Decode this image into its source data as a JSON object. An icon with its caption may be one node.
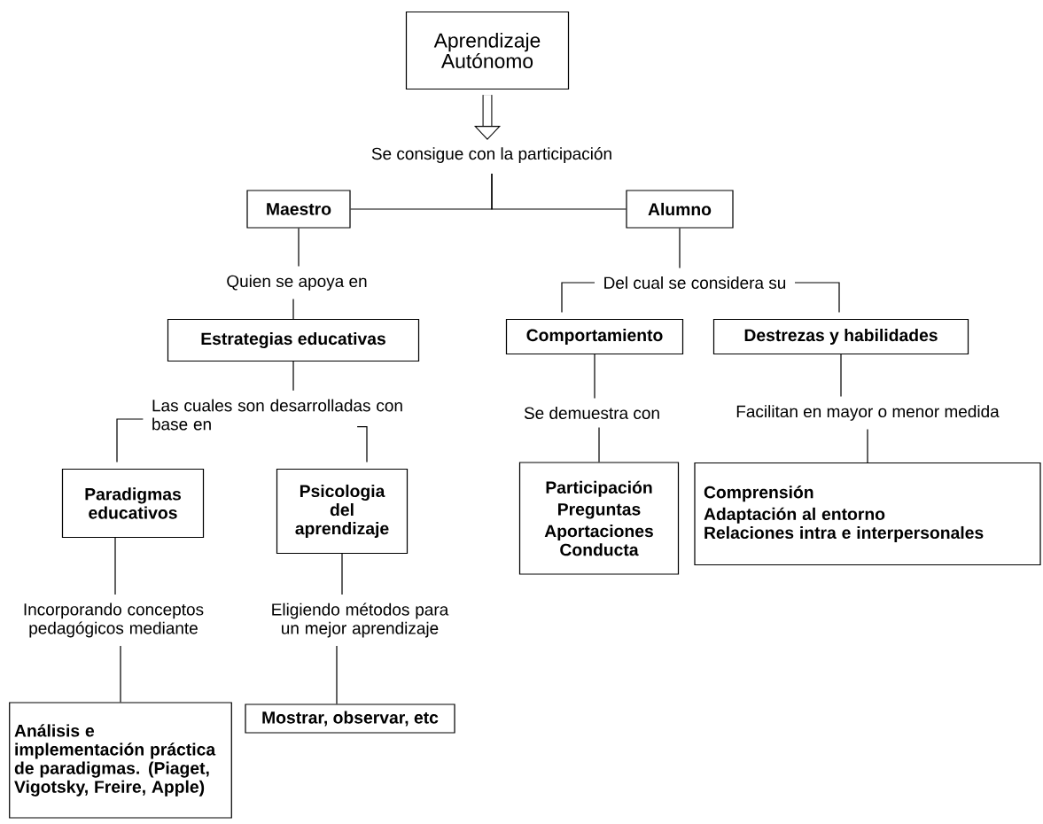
{
  "diagram": {
    "nodes": [
      {
        "text": [
          "Aprendizaje Autónomo"
        ]
      },
      {
        "text": [
          "Se consigue con la participación"
        ]
      },
      {
        "text": [
          "Maestro"
        ]
      },
      {
        "text": [
          "Alumno"
        ]
      },
      {
        "text": [
          "Quien se apoya en"
        ]
      },
      {
        "text": [
          "Del cual se considera su"
        ]
      },
      {
        "text": [
          "Estrategias educativas"
        ]
      },
      {
        "text": [
          "Comportamiento"
        ]
      },
      {
        "text": [
          "Destrezas y habilidades"
        ]
      },
      {
        "text": [
          "Las cuales son desarrolladas con base en"
        ]
      },
      {
        "text": [
          "Se demuestra con"
        ]
      },
      {
        "text": [
          "Facilitan en mayor o menor medida"
        ]
      },
      {
        "text": [
          "Paradigmas educativos"
        ]
      },
      {
        "text": [
          "Psicologia del aprendizaje"
        ]
      },
      {
        "text": [
          "Participación",
          "Preguntas",
          "Aportaciones",
          "Conducta"
        ]
      },
      {
        "text": [
          "Comprensión",
          "Adaptación al entorno",
          "Relaciones intra e interpersonales"
        ]
      },
      {
        "text": [
          "Incorporando conceptos pedagógicos mediante"
        ]
      },
      {
        "text": [
          "Eligiendo métodos para un mejor aprendizaje"
        ]
      },
      {
        "text": [
          "Análisis e implementación práctica de paradigmas. (Piaget, Vigotsky, Freire, Apple)"
        ]
      },
      {
        "text": [
          "Mostrar, observar, etc"
        ]
      }
    ],
    "edges": [
      {
        "from": 0,
        "to": 1,
        "arrow": "to",
        "style": "thick"
      },
      {
        "from": 1,
        "to": 2,
        "arrow": "none"
      },
      {
        "from": 1,
        "to": 3,
        "arrow": "none"
      },
      {
        "from": 2,
        "to": 4,
        "arrow": "none"
      },
      {
        "from": 3,
        "to": 5,
        "arrow": "none"
      },
      {
        "from": 4,
        "to": 6,
        "arrow": "none"
      },
      {
        "from": 5,
        "to": 7,
        "arrow": "none"
      },
      {
        "from": 5,
        "to": 8,
        "arrow": "none"
      },
      {
        "from": 6,
        "to": 9,
        "arrow": "none"
      },
      {
        "from": 7,
        "to": 10,
        "arrow": "none"
      },
      {
        "from": 8,
        "to": 11,
        "arrow": "none"
      },
      {
        "from": 9,
        "to": 12,
        "arrow": "none"
      },
      {
        "from": 9,
        "to": 13,
        "arrow": "none"
      },
      {
        "from": 10,
        "to": 14,
        "arrow": "none"
      },
      {
        "from": 11,
        "to": 15,
        "arrow": "none"
      },
      {
        "from": 12,
        "to": 16,
        "arrow": "none"
      },
      {
        "from": 13,
        "to": 17,
        "arrow": "none"
      },
      {
        "from": 16,
        "to": 18,
        "arrow": "none"
      },
      {
        "from": 17,
        "to": 19,
        "arrow": "none"
      }
    ]
  }
}
